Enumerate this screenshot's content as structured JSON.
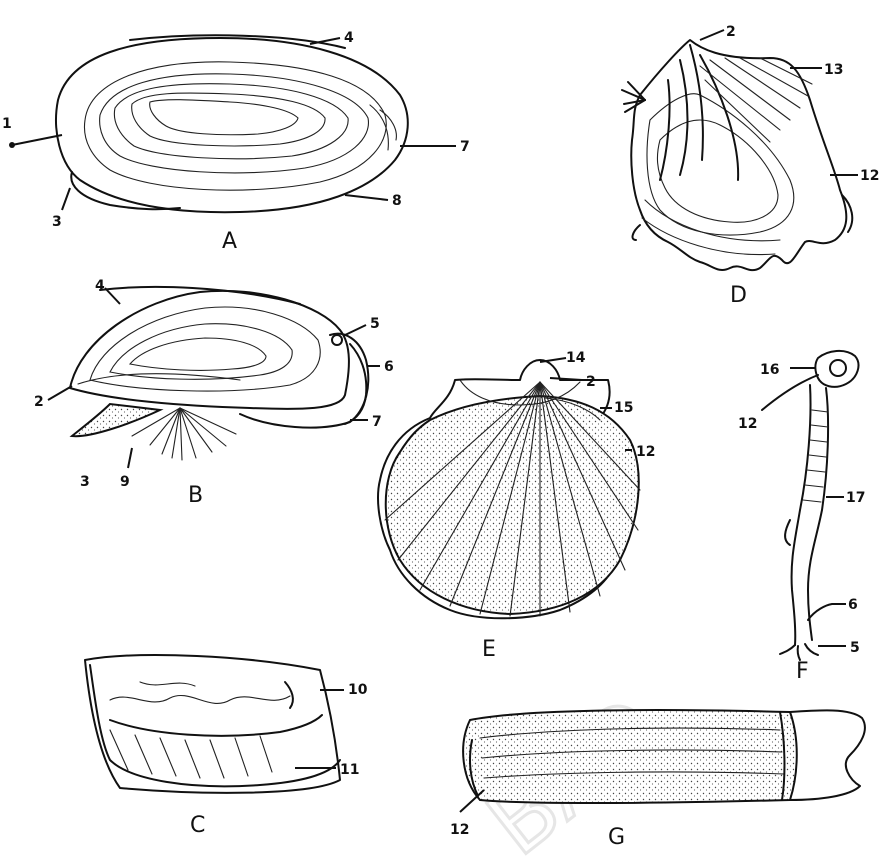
{
  "figures": {
    "A": {
      "letter": "A",
      "labels": {
        "l1": "1",
        "l3": "3",
        "l4": "4",
        "l7": "7",
        "l8": "8"
      }
    },
    "B": {
      "letter": "B",
      "labels": {
        "l2": "2",
        "l3": "3",
        "l4": "4",
        "l5": "5",
        "l6": "6",
        "l7": "7",
        "l9": "9"
      }
    },
    "C": {
      "letter": "C",
      "labels": {
        "l10": "10",
        "l11": "11"
      }
    },
    "D": {
      "letter": "D",
      "labels": {
        "l2": "2",
        "l12": "12",
        "l13": "13"
      }
    },
    "E": {
      "letter": "E",
      "labels": {
        "l2": "2",
        "l12": "12",
        "l14": "14",
        "l15": "15"
      }
    },
    "F": {
      "letter": "F",
      "labels": {
        "l5": "5",
        "l6": "6",
        "l12": "12",
        "l16": "16",
        "l17": "17"
      }
    },
    "G": {
      "letter": "G",
      "labels": {
        "l12": "12"
      }
    }
  },
  "watermark": "BAO"
}
